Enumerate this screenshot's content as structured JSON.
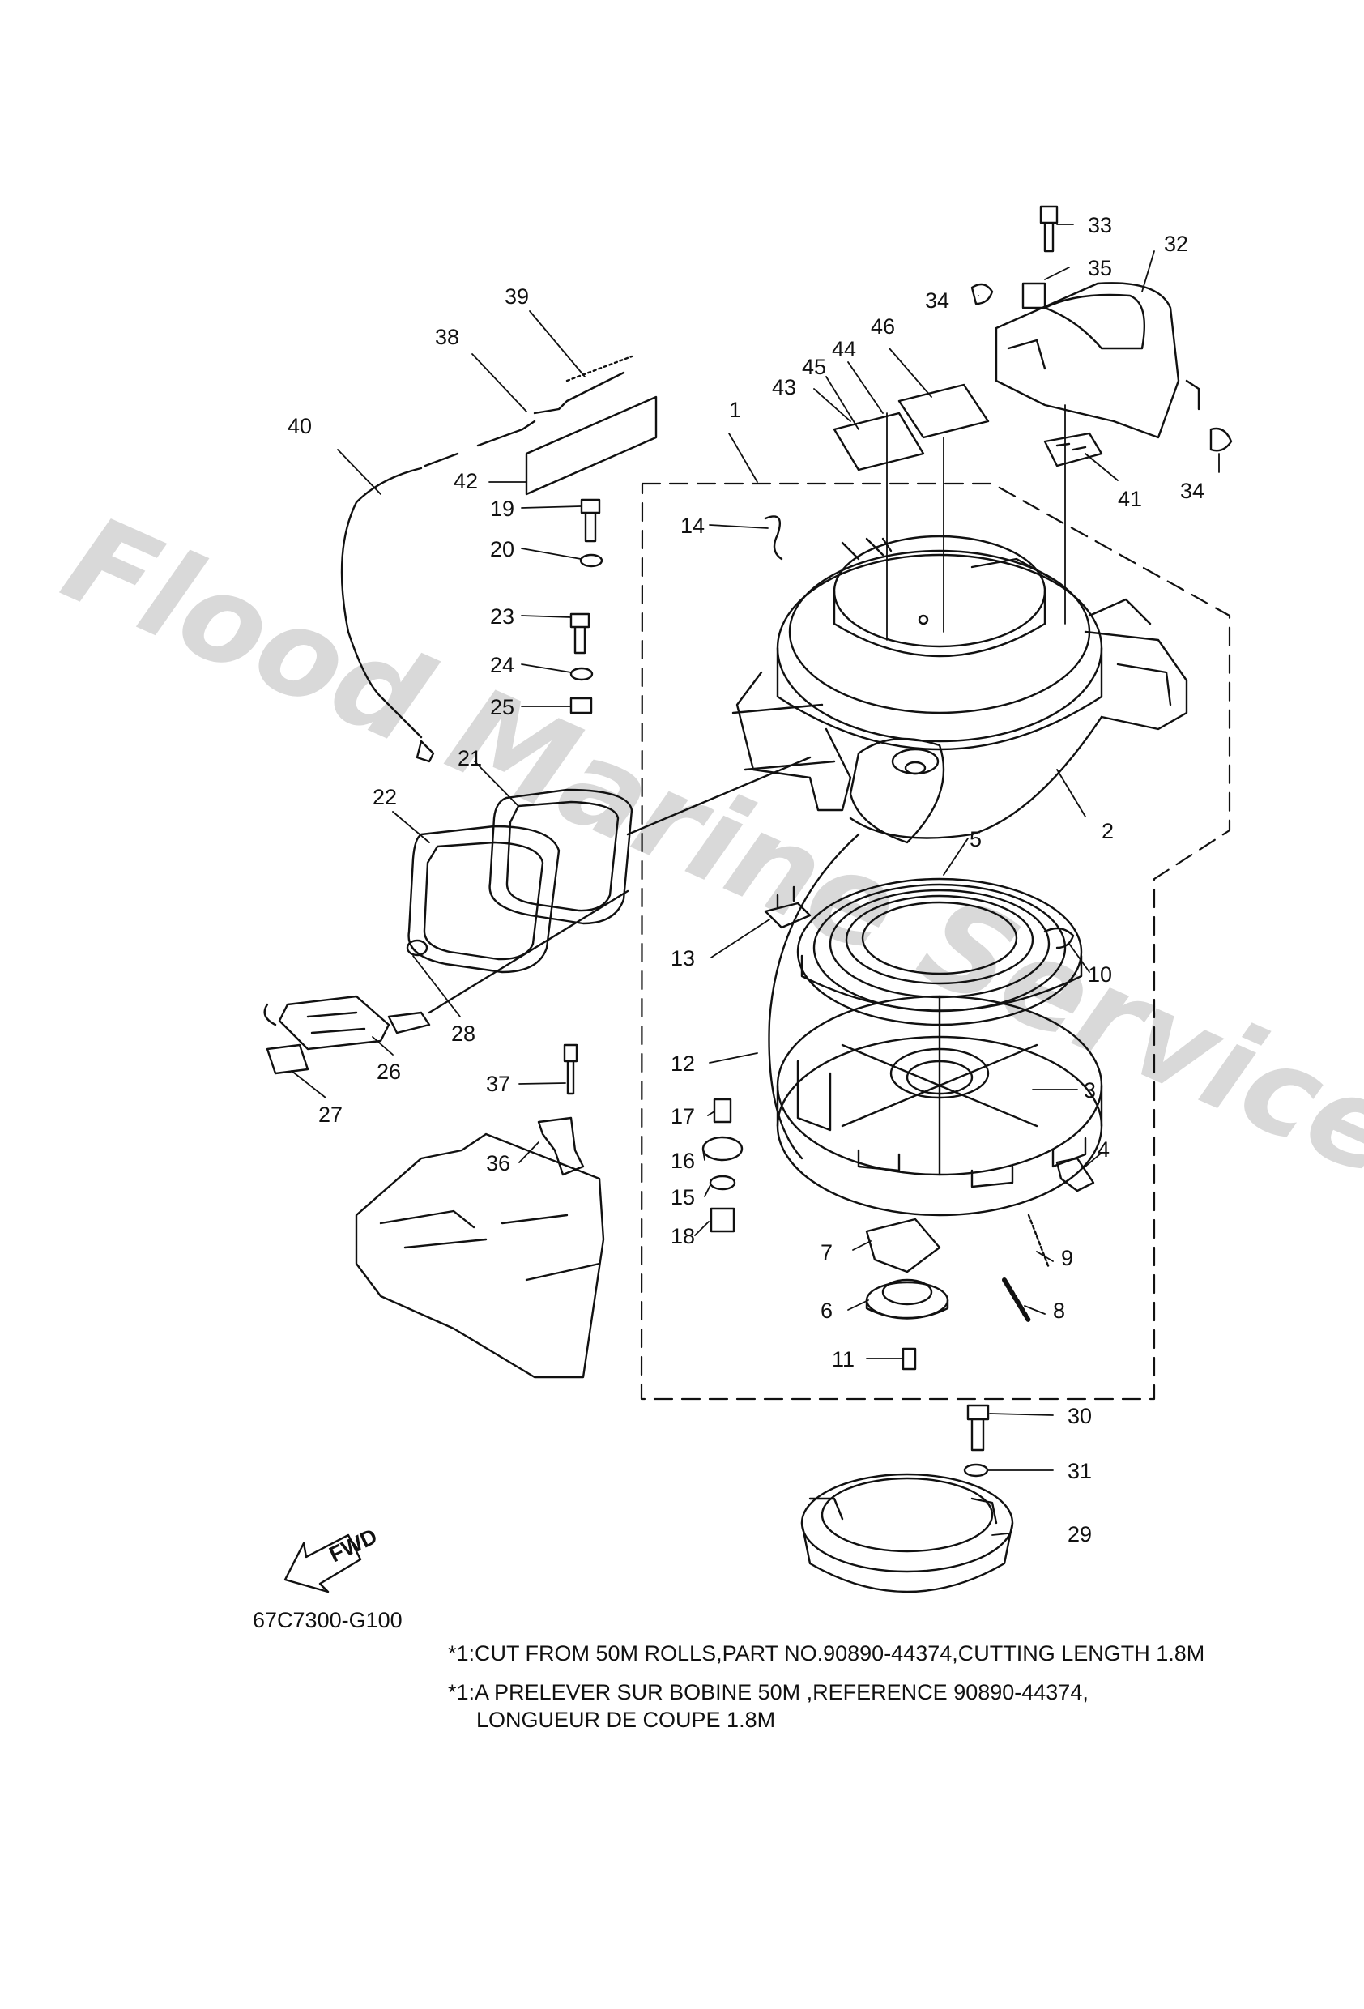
{
  "diagram": {
    "watermark": "Flood Marine Services",
    "drawing_ref": "67C7300-G100",
    "fwd_label": "FWD",
    "notes": [
      "*1:CUT FROM 50M ROLLS,PART NO.90890-44374,CUTTING LENGTH 1.8M",
      "*1:A PRELEVER SUR BOBINE 50M ,REFERENCE 90890-44374,",
      "LONGUEUR DE COUPE 1.8M"
    ],
    "callouts": [
      "1",
      "2",
      "3",
      "4",
      "5",
      "6",
      "7",
      "8",
      "9",
      "10",
      "11",
      "12",
      "13",
      "14",
      "15",
      "16",
      "17",
      "18",
      "19",
      "20",
      "21",
      "22",
      "23",
      "24",
      "25",
      "26",
      "27",
      "28",
      "29",
      "30",
      "31",
      "32",
      "33",
      "34",
      "34",
      "35",
      "36",
      "37",
      "38",
      "39",
      "40",
      "41",
      "42",
      "43",
      "44",
      "45",
      "46"
    ]
  }
}
